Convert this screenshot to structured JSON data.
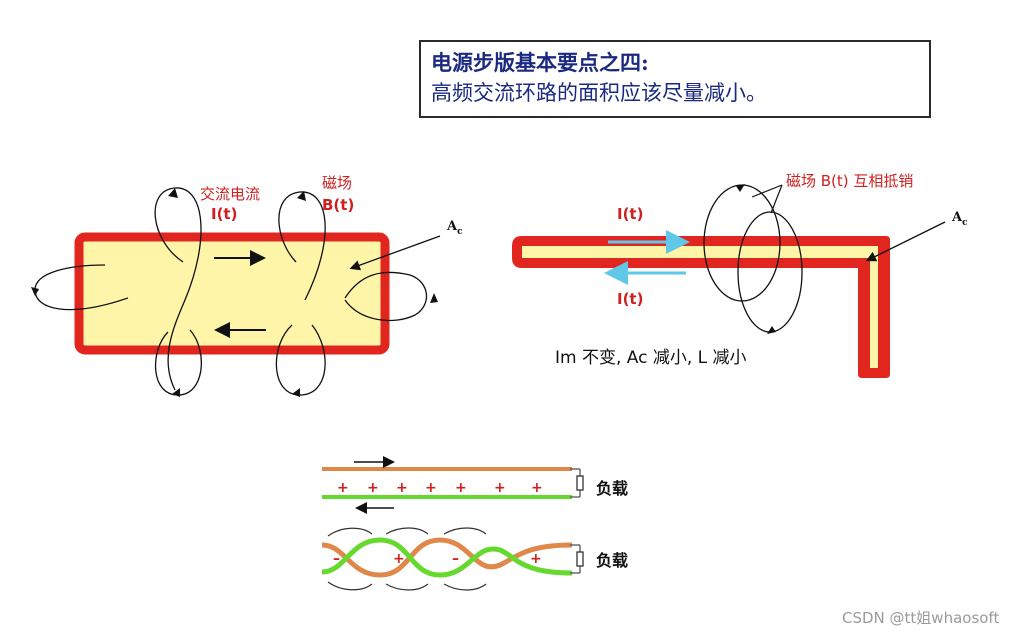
{
  "title": {
    "line1": "电源步版基本要点之四:",
    "line2": "高频交流环路的面积应该尽量减小。"
  },
  "left_diagram": {
    "current_label": "交流电流",
    "current_symbol": "I(t)",
    "field_label": "磁场",
    "field_symbol": "B(t)",
    "area_label": "A",
    "area_sub": "c"
  },
  "right_diagram": {
    "current_top": "I(t)",
    "current_bottom": "I(t)",
    "field_label": "磁场 B(t) 互相抵销",
    "area_label": "A",
    "area_sub": "c",
    "caption": "Im 不变, Ac 减小, L 减小"
  },
  "bottom_diagram": {
    "load_top": "负载",
    "load_bottom": "负载",
    "plus": "+",
    "minus": "–"
  },
  "watermark": "CSDN @tt姐whaosoft",
  "colors": {
    "title_text": "#1b2a80",
    "loop_red": "#e0261f",
    "loop_fill": "#fff5a8",
    "arrow_cyan": "#5fc8e8",
    "wire_orange": "#e0874a",
    "wire_green": "#66d92e",
    "label_red": "#d11f1f"
  }
}
